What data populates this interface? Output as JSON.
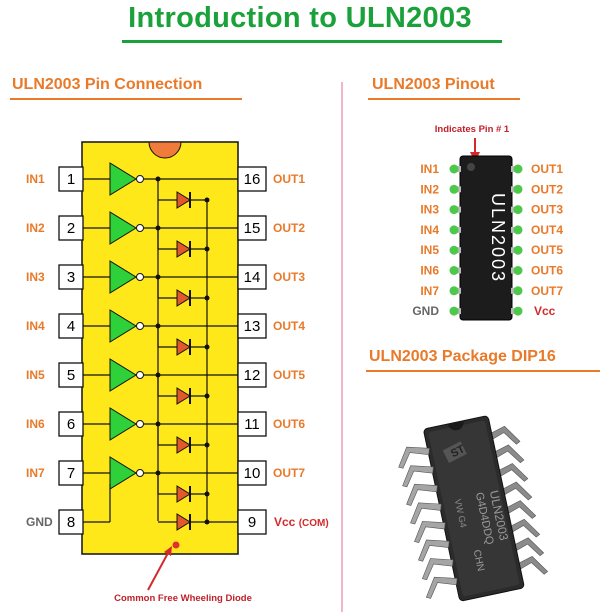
{
  "title": "Introduction to ULN2003",
  "sections": {
    "pin_connection": "ULN2003 Pin Connection",
    "pinout": "ULN2003 Pinout",
    "package": "ULN2003 Package DIP16"
  },
  "left_labels": [
    "IN1",
    "IN2",
    "IN3",
    "IN4",
    "IN5",
    "IN6",
    "IN7",
    "GND"
  ],
  "right_labels": [
    "OUT1",
    "OUT2",
    "OUT3",
    "OUT4",
    "OUT5",
    "OUT6",
    "OUT7",
    "Vcc"
  ],
  "right_label_suffix": "(COM)",
  "left_pin_numbers": [
    "1",
    "2",
    "3",
    "4",
    "5",
    "6",
    "7",
    "8"
  ],
  "right_pin_numbers": [
    "16",
    "15",
    "14",
    "13",
    "12",
    "11",
    "10",
    "9"
  ],
  "annotations": {
    "diode_note": "Common Free Wheeling Diode",
    "pin1_note": "Indicates Pin # 1"
  },
  "pinout_chip_text": "ULN2003",
  "package_chip_text": [
    "ULN2003",
    "G4D4DDQ",
    "CHN"
  ],
  "package_chip_small": "VW G4",
  "colors": {
    "title": "#1aa13a",
    "section": "#e87a2a",
    "chip_body": "#ffe81a",
    "buffer": "#2ed13a",
    "diode": "#e2582a",
    "notch": "#f07b3a",
    "vcc": "#d42a2a",
    "gnd": "#666666"
  }
}
